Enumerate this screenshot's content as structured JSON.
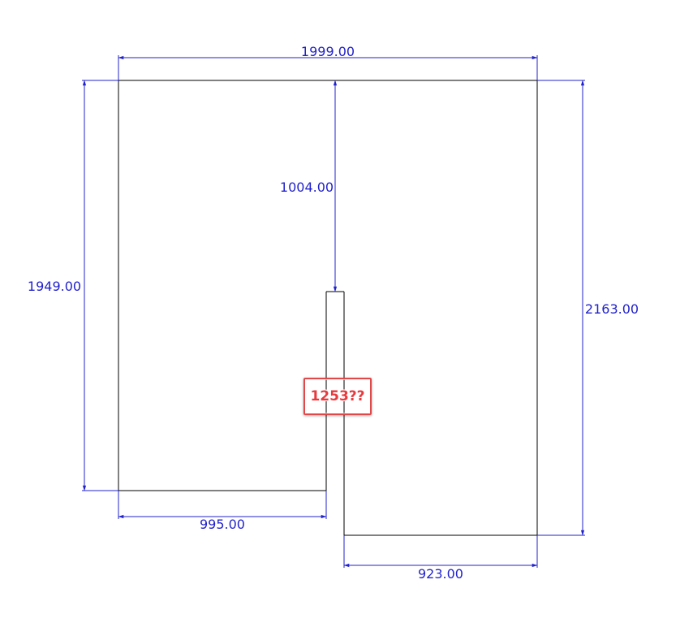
{
  "drawing": {
    "line_color": "#000000",
    "dimension_color": "#2222cc",
    "dimensions": {
      "top_width": "1999.00",
      "left_height": "1949.00",
      "right_height": "2163.00",
      "divider_depth": "1004.00",
      "bottom_left_width": "995.00",
      "bottom_right_width": "923.00"
    },
    "annotation": {
      "text": "1253??",
      "color": "#e8393d"
    }
  }
}
